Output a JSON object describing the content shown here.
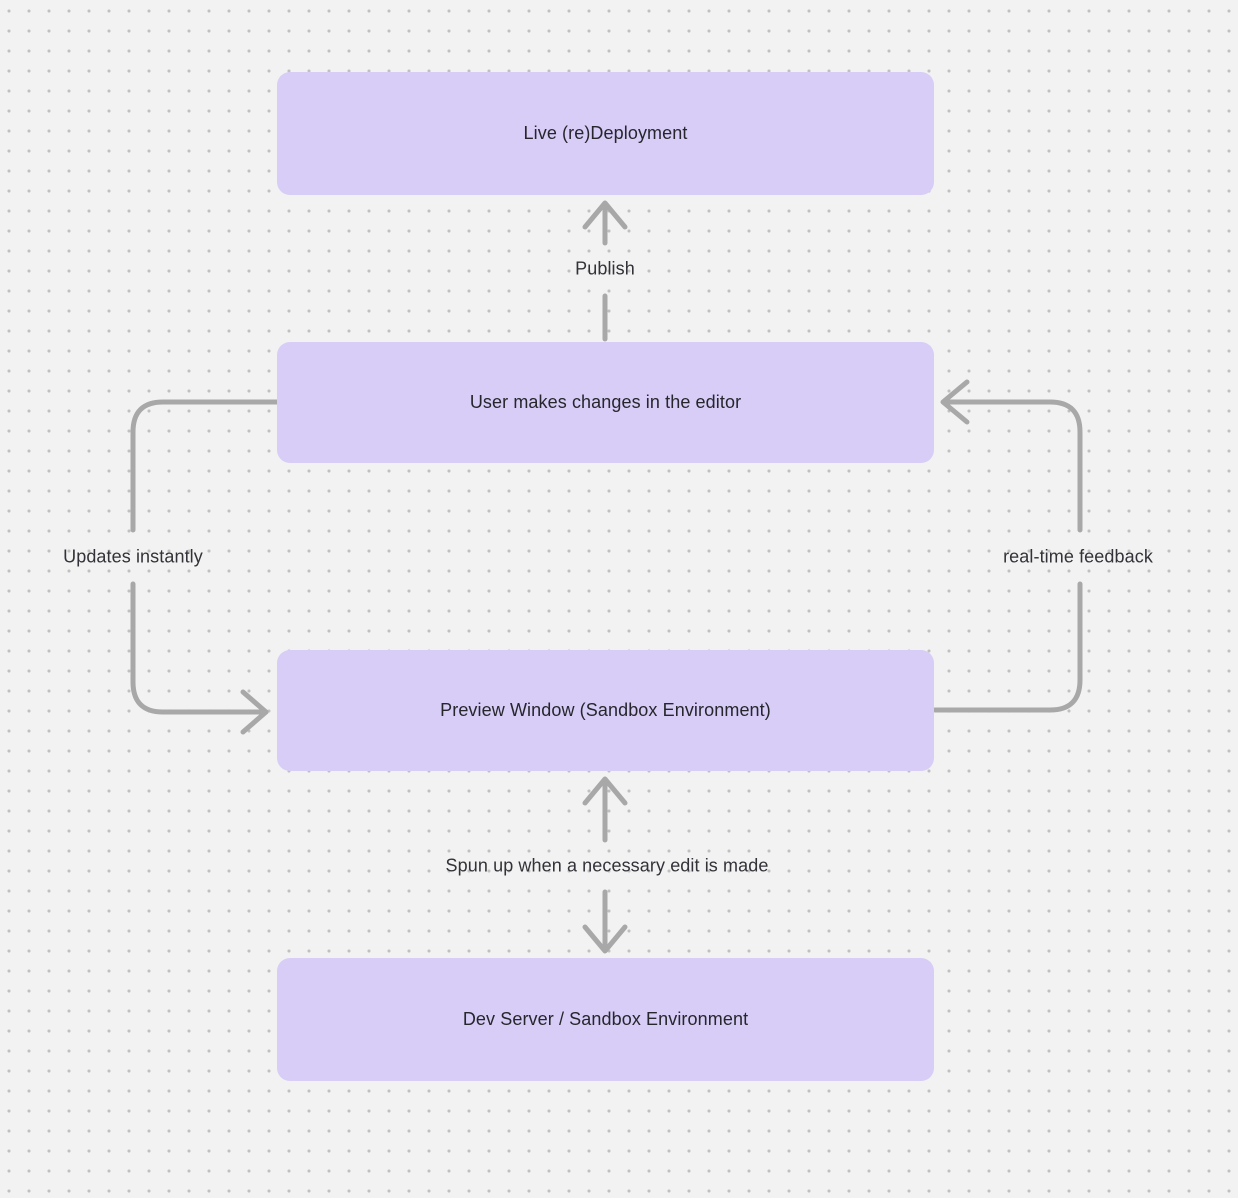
{
  "colors": {
    "background": "#f2f2f2",
    "grid_dot": "#c0c0c0",
    "node_fill": "#d7cdf7",
    "node_text": "#27262c",
    "arrow": "#a8a8a8",
    "label_text": "#333238"
  },
  "diagram": {
    "nodes": [
      {
        "id": "live-redeployment",
        "label": "Live (re)Deployment"
      },
      {
        "id": "user-edits",
        "label": "User makes changes in the editor"
      },
      {
        "id": "preview-window",
        "label": "Preview Window (Sandbox Environment)"
      },
      {
        "id": "dev-server",
        "label": "Dev Server / Sandbox Environment"
      }
    ],
    "edges": [
      {
        "id": "publish",
        "label": "Publish",
        "from": "user-edits",
        "to": "live-redeployment",
        "bidirectional": false
      },
      {
        "id": "updates-instantly",
        "label": "Updates instantly",
        "from": "user-edits",
        "to": "preview-window",
        "bidirectional": false
      },
      {
        "id": "real-time-feedback",
        "label": "real-time feedback",
        "from": "preview-window",
        "to": "user-edits",
        "bidirectional": false
      },
      {
        "id": "sandbox-sync",
        "label": "Spun up when a necessary edit is made",
        "from": "preview-window",
        "to": "dev-server",
        "bidirectional": true
      }
    ]
  }
}
